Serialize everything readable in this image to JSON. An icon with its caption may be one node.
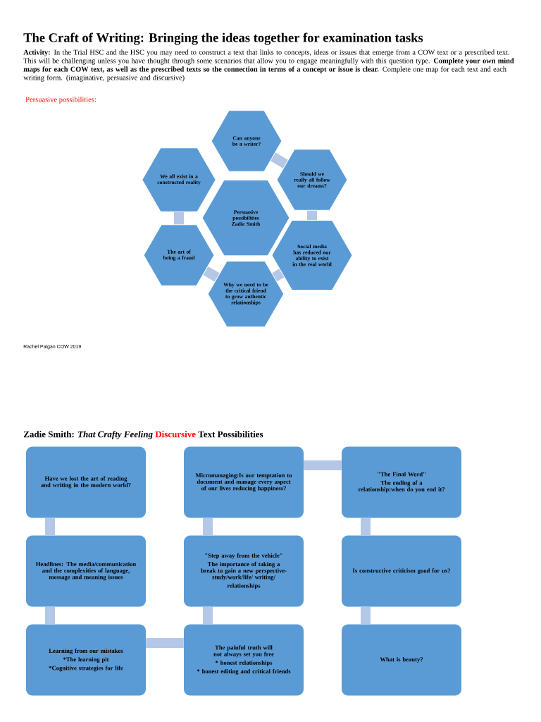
{
  "diagram": {
    "title": "The Craft of Writing: Bringing the ideas together for examination tasks",
    "nodes": [
      {
        "text": [
          "Can anyone be a writer?"
        ]
      },
      {
        "text": [
          "We all exist in a constructed reality"
        ]
      },
      {
        "text": [
          "Should we really all follow our dreams?"
        ]
      },
      {
        "text": [
          "Persuasive possibilities",
          "Zadie Smith"
        ]
      },
      {
        "text": [
          "The art of being a fraud"
        ]
      },
      {
        "text": [
          "Social media has reduced our ability to exist in the real world"
        ]
      },
      {
        "text": [
          "Why we need to be the critical friend to grow authentic relationships"
        ]
      },
      {
        "text": [
          "Have we lost the art of reading and writing in the modern world?"
        ]
      },
      {
        "text": [
          "Micromanaging:Is our temptation to document and manage every aspect of our lives reducing happiness?"
        ]
      },
      {
        "text": [
          "\"The Final Word\"",
          "The ending of a relationship:when do you end it?"
        ]
      },
      {
        "text": [
          "Headlines: The media/communication and the complexities of language, message and meaning issues"
        ]
      },
      {
        "text": [
          "\"Step away from the vehicle\"",
          "The importance of taking a break to gain a new perspective-study/work/life/ writing/",
          "relationships"
        ]
      },
      {
        "text": [
          "Is constructive criticism good for us?"
        ]
      },
      {
        "text": [
          "Learning from our mistakes",
          "*The learning pit",
          "*Cognitive strategies for life"
        ]
      },
      {
        "text": [
          "The painful truth will not always set you free",
          "* honest relationships",
          "* honest editing and critical friends"
        ]
      },
      {
        "text": [
          "What is beauty?"
        ]
      }
    ],
    "edges": [
      {
        "from": 0,
        "to": 2,
        "arrow": "none"
      },
      {
        "from": 2,
        "to": 5,
        "arrow": "none"
      },
      {
        "from": 5,
        "to": 6,
        "arrow": "none"
      },
      {
        "from": 6,
        "to": 4,
        "arrow": "none"
      },
      {
        "from": 4,
        "to": 1,
        "arrow": "none"
      },
      {
        "from": 7,
        "to": 10,
        "arrow": "none"
      },
      {
        "from": 10,
        "to": 13,
        "arrow": "none"
      },
      {
        "from": 13,
        "to": 14,
        "arrow": "none"
      },
      {
        "from": 14,
        "to": 11,
        "arrow": "none"
      },
      {
        "from": 11,
        "to": 8,
        "arrow": "none"
      },
      {
        "from": 8,
        "to": 9,
        "arrow": "none"
      },
      {
        "from": 9,
        "to": 12,
        "arrow": "none"
      },
      {
        "from": 12,
        "to": 15,
        "arrow": "none"
      }
    ],
    "labels": [
      "**Activity:** In the Trial HSC and the HSC you may need to construct a text that links to concepts, ideas or issues that emerge from a COW text or a prescribed text. This will be challenging unless you have thought through some scenarios that allow you to engage meaningfully with this question type. **Complete your own mind maps for each COW text, as well as the prescribed texts so the connection in terms of a concept or issue is clear.** Complete one map for each text and each writing form. (imaginative, persuasive and discursive)",
      "Persuasive possibilities:",
      "Rachel Palgan COW 2019",
      "Zadie Smith: *That Crafty Feeling*",
      "Discursive",
      "Text Possibilities"
    ]
  }
}
